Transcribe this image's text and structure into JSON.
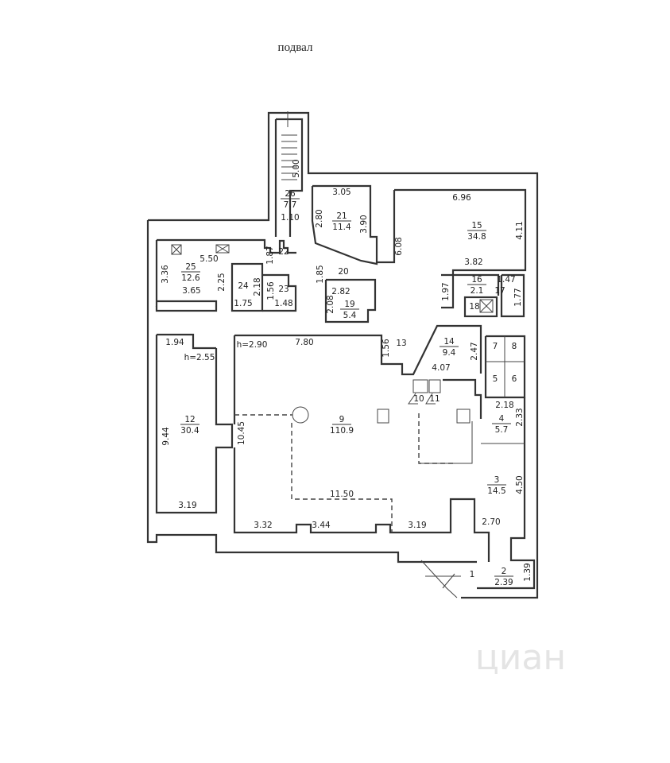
{
  "title": "подвал",
  "watermark": "циан",
  "rooms": [
    {
      "number": "26",
      "area": "7.7"
    },
    {
      "number": "21",
      "area": "11.4"
    },
    {
      "number": "15",
      "area": "34.8"
    },
    {
      "number": "25",
      "area": "12.6"
    },
    {
      "number": "22",
      "area": ""
    },
    {
      "number": "20",
      "area": ""
    },
    {
      "number": "24",
      "area": ""
    },
    {
      "number": "23",
      "area": ""
    },
    {
      "number": "19",
      "area": "5.4"
    },
    {
      "number": "16",
      "area": "2.1"
    },
    {
      "number": "17",
      "area": ""
    },
    {
      "number": "18",
      "area": ""
    },
    {
      "number": "13",
      "area": ""
    },
    {
      "number": "14",
      "area": "9.4"
    },
    {
      "number": "7",
      "area": ""
    },
    {
      "number": "8",
      "area": ""
    },
    {
      "number": "5",
      "area": ""
    },
    {
      "number": "6",
      "area": ""
    },
    {
      "number": "10",
      "area": ""
    },
    {
      "number": "11",
      "area": ""
    },
    {
      "number": "12",
      "area": "30.4"
    },
    {
      "number": "9",
      "area": "110.9"
    },
    {
      "number": "4",
      "area": "5.7"
    },
    {
      "number": "3",
      "area": "14.5"
    },
    {
      "number": "1",
      "area": ""
    },
    {
      "number": "2",
      "area": "2.39"
    }
  ],
  "dimensions": [
    "5.00",
    "1.10",
    "3.05",
    "2.80",
    "3.90",
    "6.96",
    "4.11",
    "6.08",
    "3.82",
    "5.50",
    "3.36",
    "3.65",
    "2.25",
    "1.87",
    "1.85",
    "2.18",
    "1.56",
    "1.75",
    "1.48",
    "2.82",
    "2.08",
    "1.97",
    "1.47",
    "1.77",
    "1.94",
    "h=2.55",
    "h=2.90",
    "7.80",
    "1.56",
    "2.47",
    "4.07",
    "2.18",
    "2.33",
    "9.44",
    "10.45",
    "3.19",
    "11.50",
    "4.50",
    "3.32",
    "3.44",
    "3.19",
    "2.70",
    "1.39"
  ]
}
